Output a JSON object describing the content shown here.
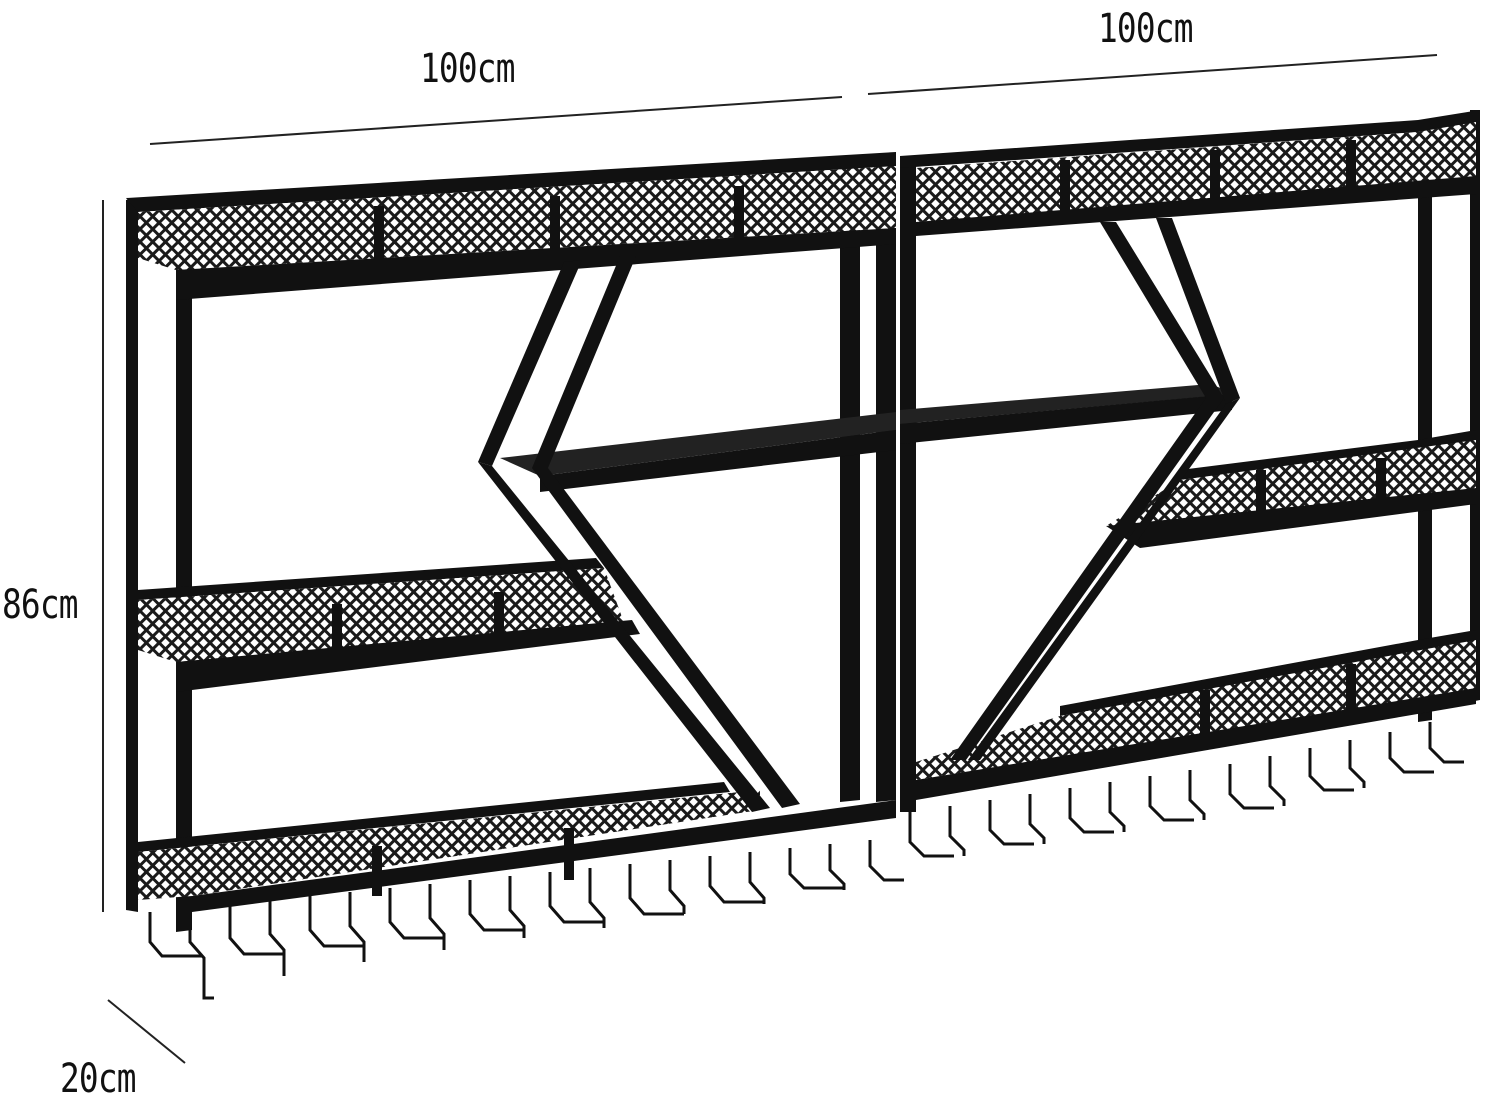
{
  "image": {
    "subject": "wall-mounted black metal wine rack with stemware hangers",
    "frame_color": "#111111",
    "mesh_color": "#1a1a1a",
    "background": "#ffffff"
  },
  "dimensions": {
    "left_width": "100cm",
    "right_width": "100cm",
    "height": "86cm",
    "depth": "20cm"
  }
}
